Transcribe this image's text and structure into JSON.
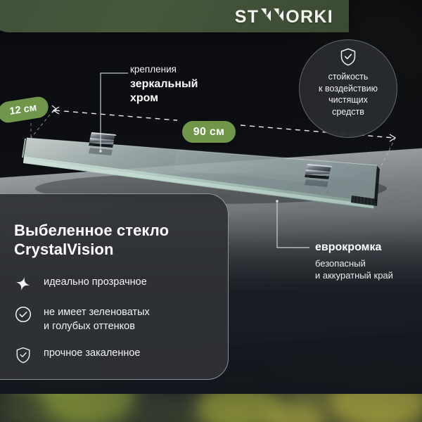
{
  "brand": {
    "name_part1": "ST",
    "mark": "W",
    "name_part2": "ORKI",
    "full": "STWORKI",
    "tab_color": "#44563a"
  },
  "badge": {
    "icon": "shield-check-icon",
    "line1": "стойкость",
    "line2": "к воздействию",
    "line3": "чистящих",
    "line4": "средств"
  },
  "dimensions": {
    "width_pill": "90 см",
    "depth_pill": "12 см",
    "pill_color": "#6f9649"
  },
  "callouts": {
    "mount": {
      "lead": "крепления",
      "main_line1": "зеркальный",
      "main_line2": "хром"
    },
    "edge": {
      "main": "еврокромка",
      "lead_line1": "безопасный",
      "lead_line2": "и аккуратный край"
    }
  },
  "card": {
    "title_line1": "Выбеленное стекло",
    "title_line2": "CrystalVision",
    "features": [
      {
        "icon": "sparkle-icon",
        "label_line1": "идеально прозрачное",
        "label_line2": ""
      },
      {
        "icon": "circle-check-icon",
        "label_line1": "не имеет зеленоватых",
        "label_line2": "и голубых оттенков"
      },
      {
        "icon": "shield-check-icon",
        "label_line1": "прочное закаленное",
        "label_line2": ""
      }
    ]
  },
  "product": {
    "type": "glass-shelf",
    "bracket_count": 2,
    "glass_tint": "#9fb8b2"
  }
}
